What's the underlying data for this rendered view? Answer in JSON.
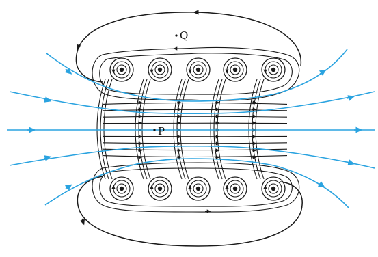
{
  "figure": {
    "labels": {
      "point_q": "Q",
      "point_p": "P"
    },
    "colors": {
      "external_field": "#2aa3e0",
      "internal_field": "#1a1a1a",
      "background": "#ffffff"
    },
    "turns_count": 5
  }
}
